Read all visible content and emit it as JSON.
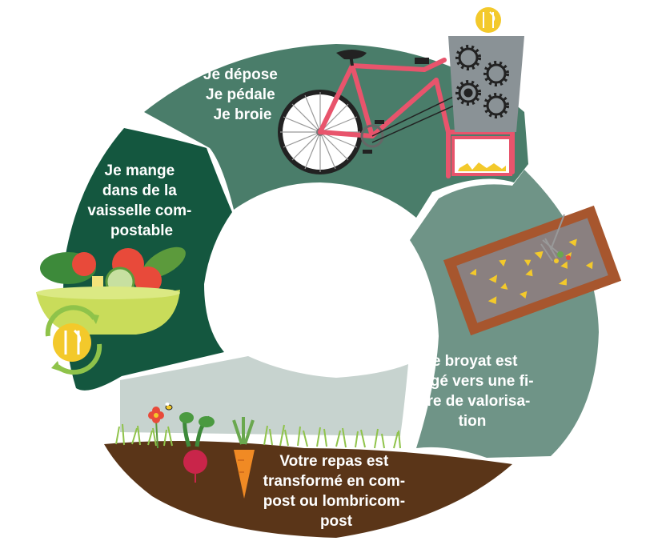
{
  "segments": [
    {
      "id": "depose",
      "lines": [
        "Je dépose",
        "Je pédale",
        "Je broie"
      ],
      "color": "#4a7d6a"
    },
    {
      "id": "broyat",
      "lines": [
        "Le broyat est",
        "dirigé vers une fi-",
        "lière de valorisa-",
        "tion"
      ],
      "color": "#6f9487"
    },
    {
      "id": "compost",
      "lines": [
        "Votre repas est",
        "transformé en com-",
        "post ou lombricom-",
        "post"
      ],
      "color": "#5a3518"
    },
    {
      "id": "mange",
      "lines": [
        "Je mange",
        "dans de la",
        "vaisselle com-",
        "postable"
      ],
      "color": "#14573f"
    }
  ],
  "colors": {
    "bike_frame": "#e8546c",
    "machine": "#8a9296",
    "tray": "#a7562e",
    "chips": "#f3c92b",
    "grass": "#8fc34a",
    "bowl": "#c9dc5a",
    "recycle_arrows": "#8fc34a",
    "coin": "#f3c92b"
  },
  "icons": [
    "bicycle-icon",
    "gear-icon",
    "compost-tray-icon",
    "pitchfork-icon",
    "radish-icon",
    "carrot-icon",
    "flower-icon",
    "bee-icon",
    "salad-bowl-icon",
    "cutlery-coin-icon",
    "recycle-arrows-icon"
  ]
}
